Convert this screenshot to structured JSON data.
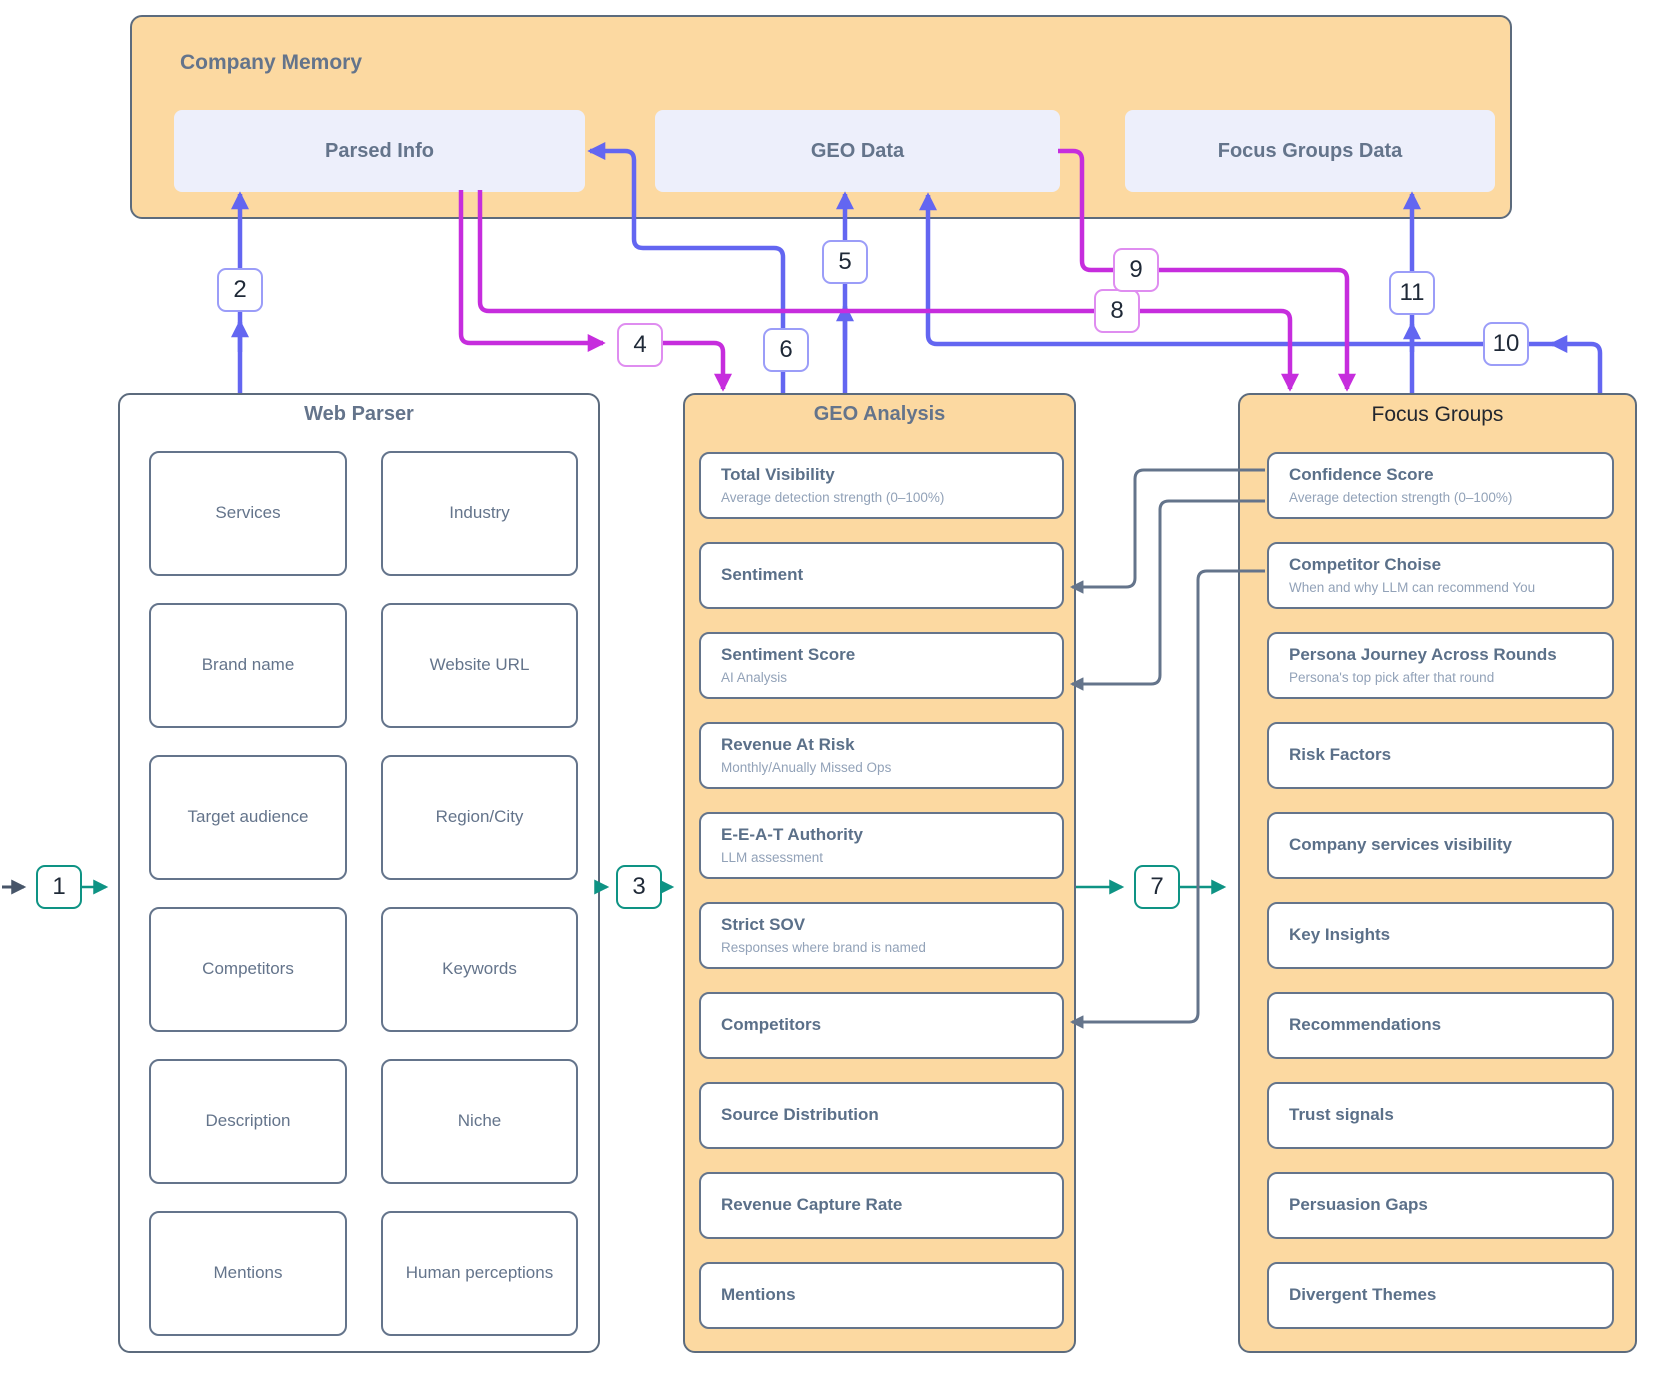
{
  "company_memory": {
    "title": "Company Memory",
    "boxes": [
      {
        "label": "Parsed Info"
      },
      {
        "label": "GEO Data"
      },
      {
        "label": "Focus Groups Data"
      }
    ]
  },
  "web_parser": {
    "title": "Web Parser",
    "items": [
      "Services",
      "Industry",
      "Brand name",
      "Website URL",
      "Target audience",
      "Region/City",
      "Competitors",
      "Keywords",
      "Description",
      "Niche",
      "Mentions",
      "Human perceptions"
    ]
  },
  "geo_analysis": {
    "title": "GEO Analysis",
    "items": [
      {
        "title": "Total Visibility",
        "subtitle": "Average detection strength (0–100%)"
      },
      {
        "title": "Sentiment",
        "subtitle": ""
      },
      {
        "title": "Sentiment Score",
        "subtitle": "AI Analysis"
      },
      {
        "title": "Revenue At Risk",
        "subtitle": "Monthly/Anually Missed Ops"
      },
      {
        "title": "E-E-A-T Authority",
        "subtitle": "LLM assessment"
      },
      {
        "title": "Strict SOV",
        "subtitle": "Responses where brand is named"
      },
      {
        "title": "Competitors",
        "subtitle": ""
      },
      {
        "title": "Source Distribution",
        "subtitle": ""
      },
      {
        "title": "Revenue Capture Rate",
        "subtitle": ""
      },
      {
        "title": "Mentions",
        "subtitle": ""
      }
    ]
  },
  "focus_groups": {
    "title": "Focus Groups",
    "items": [
      {
        "title": "Confidence Score",
        "subtitle": "Average detection strength (0–100%)"
      },
      {
        "title": "Competitor Choise",
        "subtitle": "When and why LLM can recommend You"
      },
      {
        "title": "Persona Journey Across Rounds",
        "subtitle": "Persona's top pick after that round"
      },
      {
        "title": "Risk Factors",
        "subtitle": ""
      },
      {
        "title": "Company services visibility",
        "subtitle": ""
      },
      {
        "title": "Key Insights",
        "subtitle": ""
      },
      {
        "title": "Recommendations",
        "subtitle": ""
      },
      {
        "title": "Trust signals",
        "subtitle": ""
      },
      {
        "title": "Persuasion Gaps",
        "subtitle": ""
      },
      {
        "title": "Divergent Themes",
        "subtitle": ""
      }
    ]
  },
  "connections": [
    {
      "badge": "1",
      "from": "Input",
      "to": "Web Parser",
      "color": "teal"
    },
    {
      "badge": "2",
      "from": "Web Parser",
      "to": "Parsed Info",
      "color": "indigo"
    },
    {
      "badge": "3",
      "from": "Web Parser",
      "to": "GEO Analysis",
      "color": "teal"
    },
    {
      "badge": "4",
      "from": "Parsed Info",
      "to": "GEO Analysis",
      "color": "magenta"
    },
    {
      "badge": "5",
      "from": "GEO Analysis",
      "to": "GEO Data",
      "color": "indigo"
    },
    {
      "badge": "6",
      "from": "GEO Analysis",
      "to": "Parsed Info",
      "color": "indigo"
    },
    {
      "badge": "7",
      "from": "GEO Analysis",
      "to": "Focus Groups",
      "color": "teal"
    },
    {
      "badge": "8",
      "from": "Parsed Info",
      "to": "Focus Groups",
      "color": "magenta"
    },
    {
      "badge": "9",
      "from": "GEO Data",
      "to": "Focus Groups",
      "color": "magenta"
    },
    {
      "badge": "10",
      "from": "Focus Groups",
      "to": "GEO Data",
      "color": "indigo"
    },
    {
      "badge": "11",
      "from": "Focus Groups",
      "to": "Focus Groups Data",
      "color": "indigo"
    }
  ],
  "cross_links": [
    {
      "from": "Confidence Score",
      "to": "Sentiment"
    },
    {
      "from": "Confidence Score",
      "to": "Sentiment Score"
    },
    {
      "from": "Competitor Choise",
      "to": "Competitors"
    }
  ],
  "colors": {
    "orange": "#fcd9a1",
    "lavender": "#edeffb",
    "indigo": "#6366f1",
    "magenta": "#c62ddd",
    "teal": "#0e9384",
    "slate": "#64748b",
    "dark": "#475569"
  }
}
